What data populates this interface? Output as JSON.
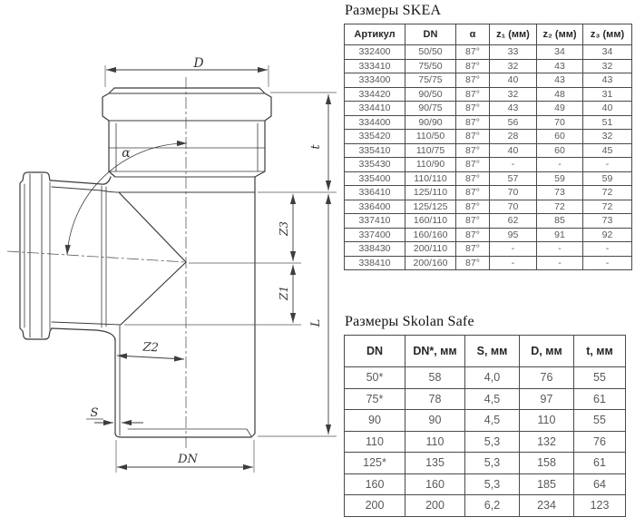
{
  "diagram": {
    "labels": {
      "d": "D",
      "t": "t",
      "l": "L",
      "z1": "Z1",
      "z2": "Z2",
      "z3": "Z3",
      "s": "S",
      "dn": "DN",
      "alpha": "α"
    }
  },
  "skea": {
    "title": "Размеры SKEA",
    "headers": [
      "Артикул",
      "DN",
      "α",
      "z₁ (мм)",
      "z₂ (мм)",
      "z₃ (мм)"
    ],
    "rows": [
      [
        "332400",
        "50/50",
        "87°",
        "33",
        "34",
        "34"
      ],
      [
        "333410",
        "75/50",
        "87°",
        "32",
        "43",
        "32"
      ],
      [
        "333400",
        "75/75",
        "87°",
        "40",
        "43",
        "43"
      ],
      [
        "334420",
        "90/50",
        "87°",
        "32",
        "48",
        "31"
      ],
      [
        "334410",
        "90/75",
        "87°",
        "43",
        "49",
        "40"
      ],
      [
        "334400",
        "90/90",
        "87°",
        "56",
        "70",
        "51"
      ],
      [
        "335420",
        "110/50",
        "87°",
        "28",
        "60",
        "32"
      ],
      [
        "335410",
        "110/75",
        "87°",
        "40",
        "60",
        "45"
      ],
      [
        "335430",
        "110/90",
        "87°",
        "-",
        "-",
        "-"
      ],
      [
        "335400",
        "110/110",
        "87°",
        "57",
        "59",
        "59"
      ],
      [
        "336410",
        "125/110",
        "87°",
        "70",
        "73",
        "72"
      ],
      [
        "336400",
        "125/125",
        "87°",
        "70",
        "72",
        "72"
      ],
      [
        "337410",
        "160/110",
        "87°",
        "62",
        "85",
        "73"
      ],
      [
        "337400",
        "160/160",
        "87°",
        "95",
        "91",
        "92"
      ],
      [
        "338430",
        "200/110",
        "87°",
        "-",
        "-",
        "-"
      ],
      [
        "338410",
        "200/160",
        "87°",
        "-",
        "-",
        "-"
      ]
    ]
  },
  "skolan": {
    "title": "Размеры Skolan Safe",
    "headers": [
      "DN",
      "DN*, мм",
      "S, мм",
      "D, мм",
      "t, мм"
    ],
    "rows": [
      [
        "50*",
        "58",
        "4,0",
        "76",
        "55"
      ],
      [
        "75*",
        "78",
        "4,5",
        "97",
        "61"
      ],
      [
        "90",
        "90",
        "4,5",
        "110",
        "55"
      ],
      [
        "110",
        "110",
        "5,3",
        "132",
        "76"
      ],
      [
        "125*",
        "135",
        "5,3",
        "158",
        "61"
      ],
      [
        "160",
        "160",
        "5,3",
        "185",
        "64"
      ],
      [
        "200",
        "200",
        "6,2",
        "234",
        "123"
      ]
    ]
  },
  "colors": {
    "drawing_line": "#3b3b3b",
    "dimension_line": "#4c4c4c",
    "table_border": "#4a4a4a",
    "header_text": "#262626",
    "cell_text": "#595959"
  }
}
